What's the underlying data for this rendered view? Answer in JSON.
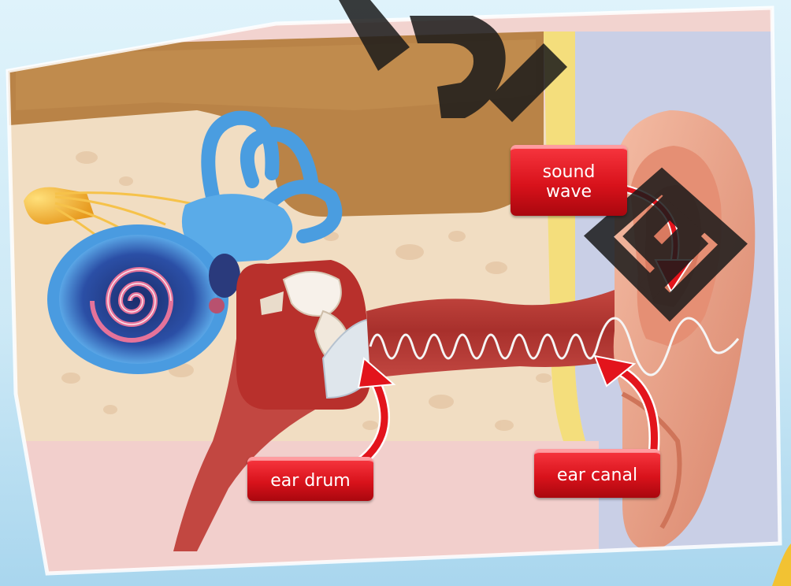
{
  "labels": {
    "sound_wave": "sound\nwave",
    "ear_drum": "ear drum",
    "ear_canal": "ear canal"
  },
  "colors": {
    "callout_red": "#d8121b",
    "arrow_red": "#e3141c",
    "bone": "#f1ddc2",
    "canal_flesh": "#b23530",
    "outer_ear": "#e9a48a",
    "cochlea_blue": "#3a8fd6",
    "nerve_yellow": "#f4b233",
    "wave_white": "#f5f5f5"
  },
  "icons": {
    "watermark": "diagonal-watermark-shapes"
  }
}
